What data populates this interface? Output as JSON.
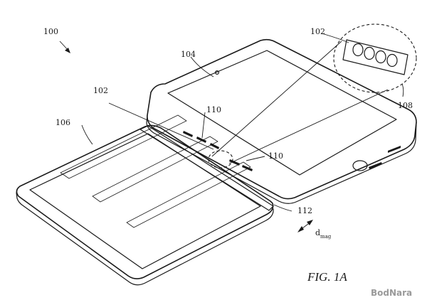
{
  "labels": {
    "ref_100": "100",
    "ref_102_top": "102",
    "ref_102_left": "102",
    "ref_104": "104",
    "ref_106": "106",
    "ref_108": "108",
    "ref_110_upper": "110",
    "ref_110_lower": "110",
    "ref_112": "112",
    "d_mag_main": "d",
    "d_mag_sub": "mag"
  },
  "caption": "FIG. 1A",
  "watermark": "BodNara",
  "colors": {
    "line": "#1a1a1a",
    "background": "#ffffff",
    "watermark": "#9a9a9a"
  }
}
